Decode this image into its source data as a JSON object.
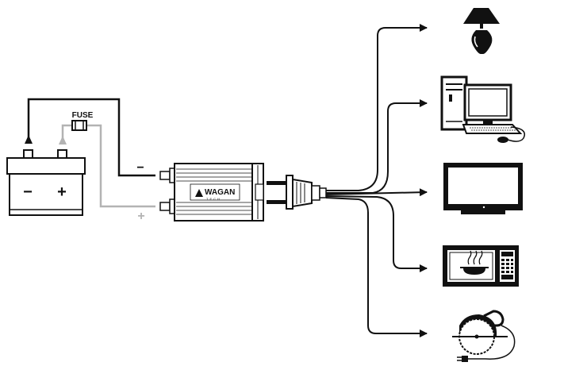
{
  "labels": {
    "fuse": "FUSE",
    "battery_negative": "−",
    "battery_positive": "+",
    "wire_negative": "−",
    "wire_positive": "+",
    "brand": "WAGAN",
    "brand_sub": "TECH"
  },
  "colors": {
    "wire_negative": "#111111",
    "wire_positive": "#b3b3b3",
    "ink": "#111111",
    "background": "#ffffff"
  },
  "devices": [
    {
      "name": "lamp",
      "icon": "lamp-icon"
    },
    {
      "name": "computer",
      "icon": "desktop-computer-icon"
    },
    {
      "name": "tv",
      "icon": "television-icon"
    },
    {
      "name": "microwave",
      "icon": "microwave-icon"
    },
    {
      "name": "saw",
      "icon": "circular-saw-icon"
    }
  ]
}
